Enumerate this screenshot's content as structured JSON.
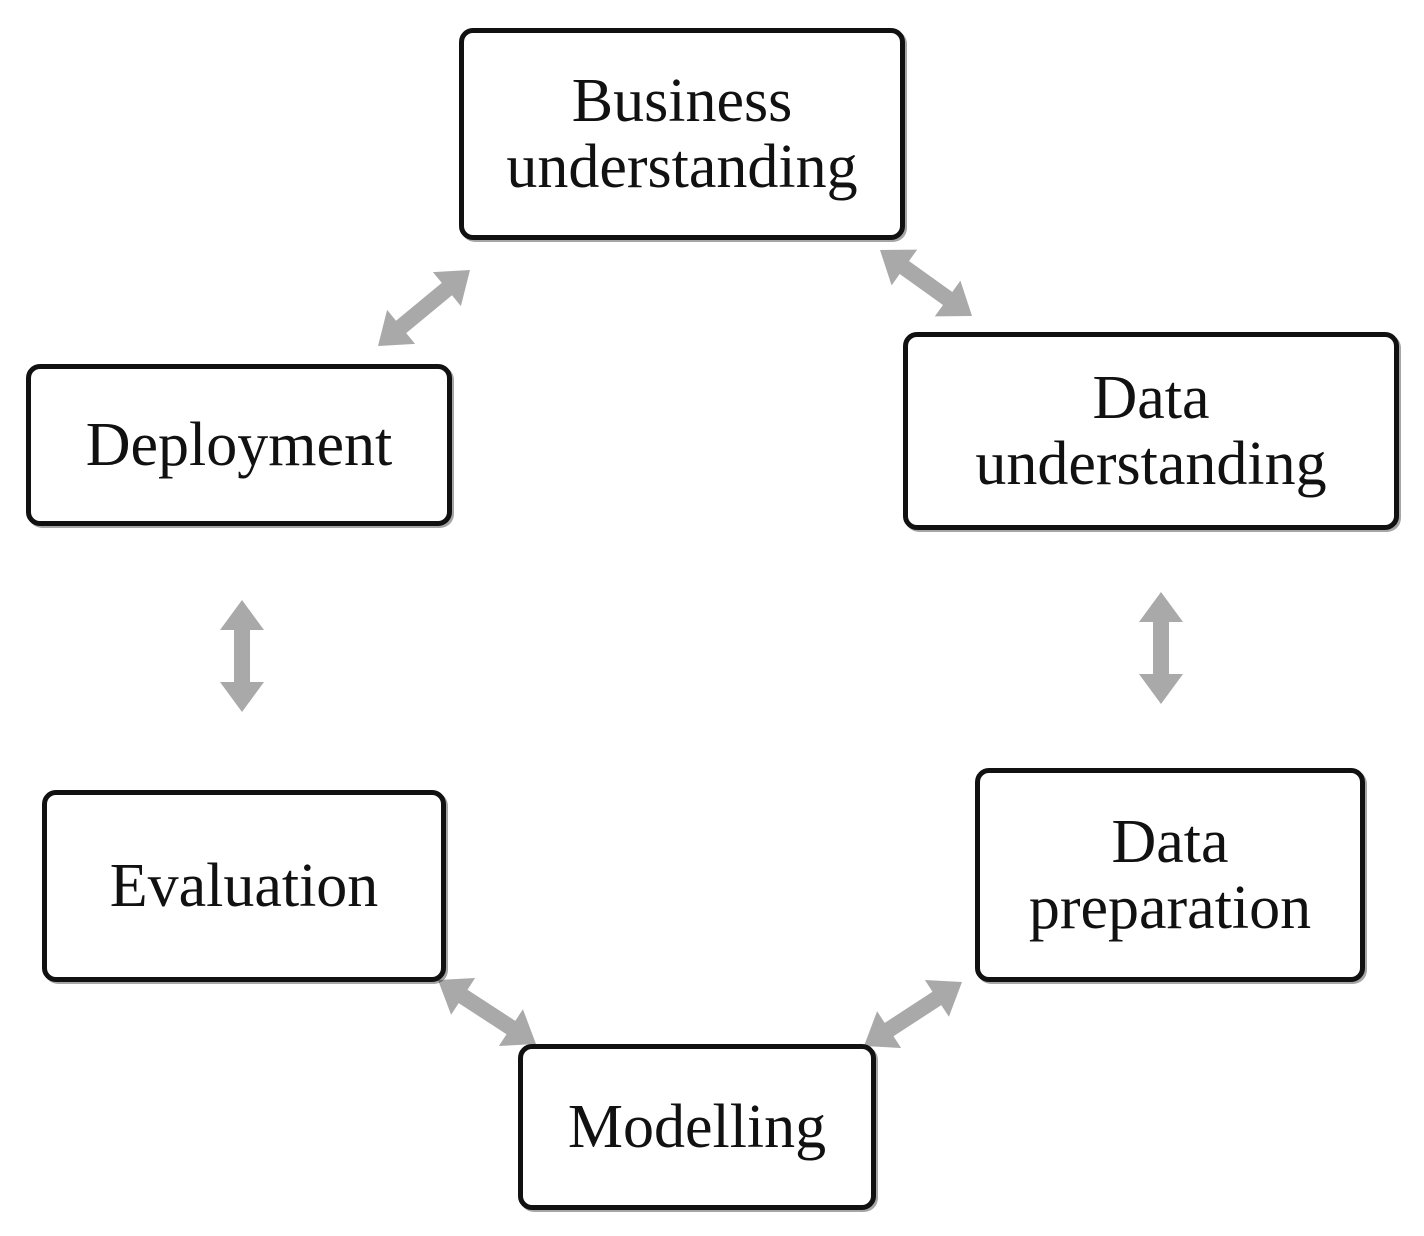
{
  "diagram": {
    "nodes": [
      {
        "id": "business",
        "label": "Business\nunderstanding"
      },
      {
        "id": "data-understanding",
        "label": "Data\nunderstanding"
      },
      {
        "id": "data-preparation",
        "label": "Data\npreparation"
      },
      {
        "id": "modelling",
        "label": "Modelling"
      },
      {
        "id": "evaluation",
        "label": "Evaluation"
      },
      {
        "id": "deployment",
        "label": "Deployment"
      }
    ],
    "edges": [
      {
        "from": "business",
        "to": "data-understanding",
        "type": "bidirectional"
      },
      {
        "from": "data-understanding",
        "to": "data-preparation",
        "type": "bidirectional"
      },
      {
        "from": "data-preparation",
        "to": "modelling",
        "type": "bidirectional"
      },
      {
        "from": "modelling",
        "to": "evaluation",
        "type": "bidirectional"
      },
      {
        "from": "evaluation",
        "to": "deployment",
        "type": "bidirectional"
      },
      {
        "from": "deployment",
        "to": "business",
        "type": "bidirectional"
      }
    ],
    "colors": {
      "box_border": "#111111",
      "box_fill": "#ffffff",
      "text": "#111111",
      "arrow": "#a9a9a9"
    }
  }
}
